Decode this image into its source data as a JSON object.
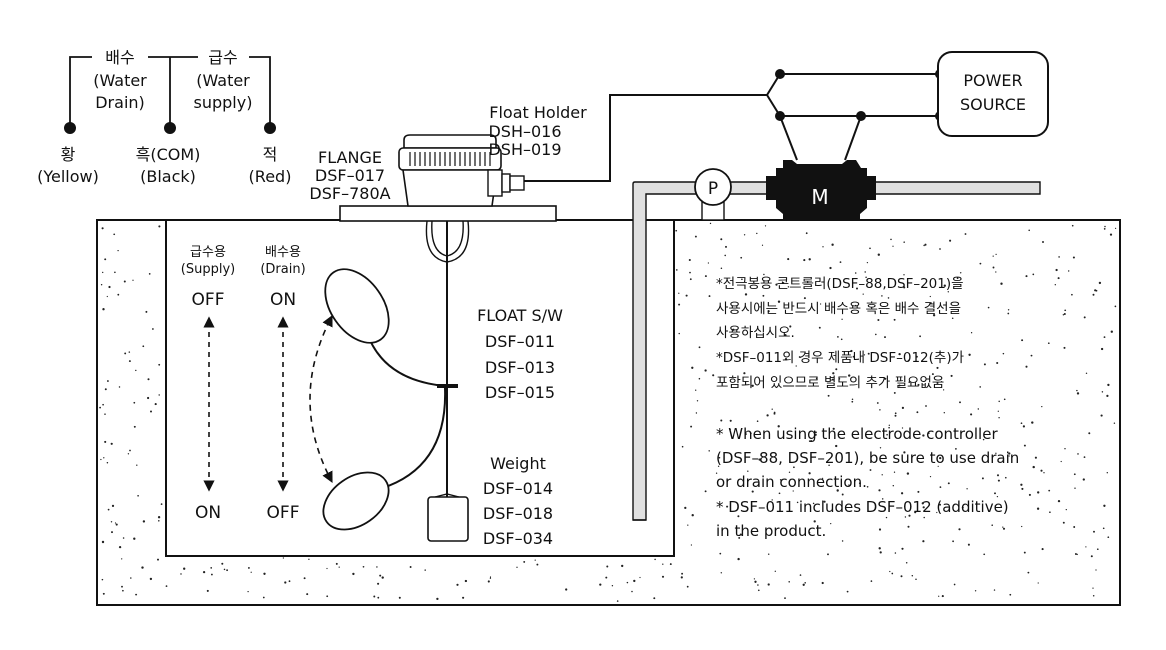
{
  "legend": {
    "drain": [
      "배수",
      "(Water",
      "Drain)"
    ],
    "supply": [
      "급수",
      "(Water",
      "supply)"
    ],
    "wires": [
      {
        "kr": "황",
        "en": "(Yellow)"
      },
      {
        "kr": "흑(COM)",
        "en": "(Black)"
      },
      {
        "kr": "적",
        "en": "(Red)"
      }
    ]
  },
  "flange": [
    "FLANGE",
    "DSF–017",
    "DSF–780A"
  ],
  "float_holder": [
    "Float Holder",
    "DSH–016",
    "DSH–019"
  ],
  "power_source": [
    "POWER",
    "SOURCE"
  ],
  "pump_label": "P",
  "motor_label": "M",
  "tank": {
    "supply_header": [
      "급수용",
      "(Supply)"
    ],
    "drain_header": [
      "배수용",
      "(Drain)"
    ],
    "supply_top": "OFF",
    "supply_bottom": "ON",
    "drain_top": "ON",
    "drain_bottom": "OFF"
  },
  "float_sw": [
    "FLOAT S/W",
    "DSF–011",
    "DSF–013",
    "DSF–015"
  ],
  "weight": [
    "Weight",
    "DSF–014",
    "DSF–018",
    "DSF–034"
  ],
  "notes_kr": [
    "*전극봉용 콘트롤러(DSF–88,DSF–201)을",
    "사용시에는 반드시 배수용 혹은 배수 결선을",
    "사용하십시오.",
    "*DSF–011의 경우 제품내 DSF–012(추)가",
    "포함되어 있으므로 별도의 추가 필요없음"
  ],
  "notes_en": [
    "* When using the electrode controller",
    "(DSF–88, DSF–201), be sure to use drain",
    "or drain connection.",
    "* DSF–011 includes DSF–012 (additive)",
    "in the product."
  ]
}
